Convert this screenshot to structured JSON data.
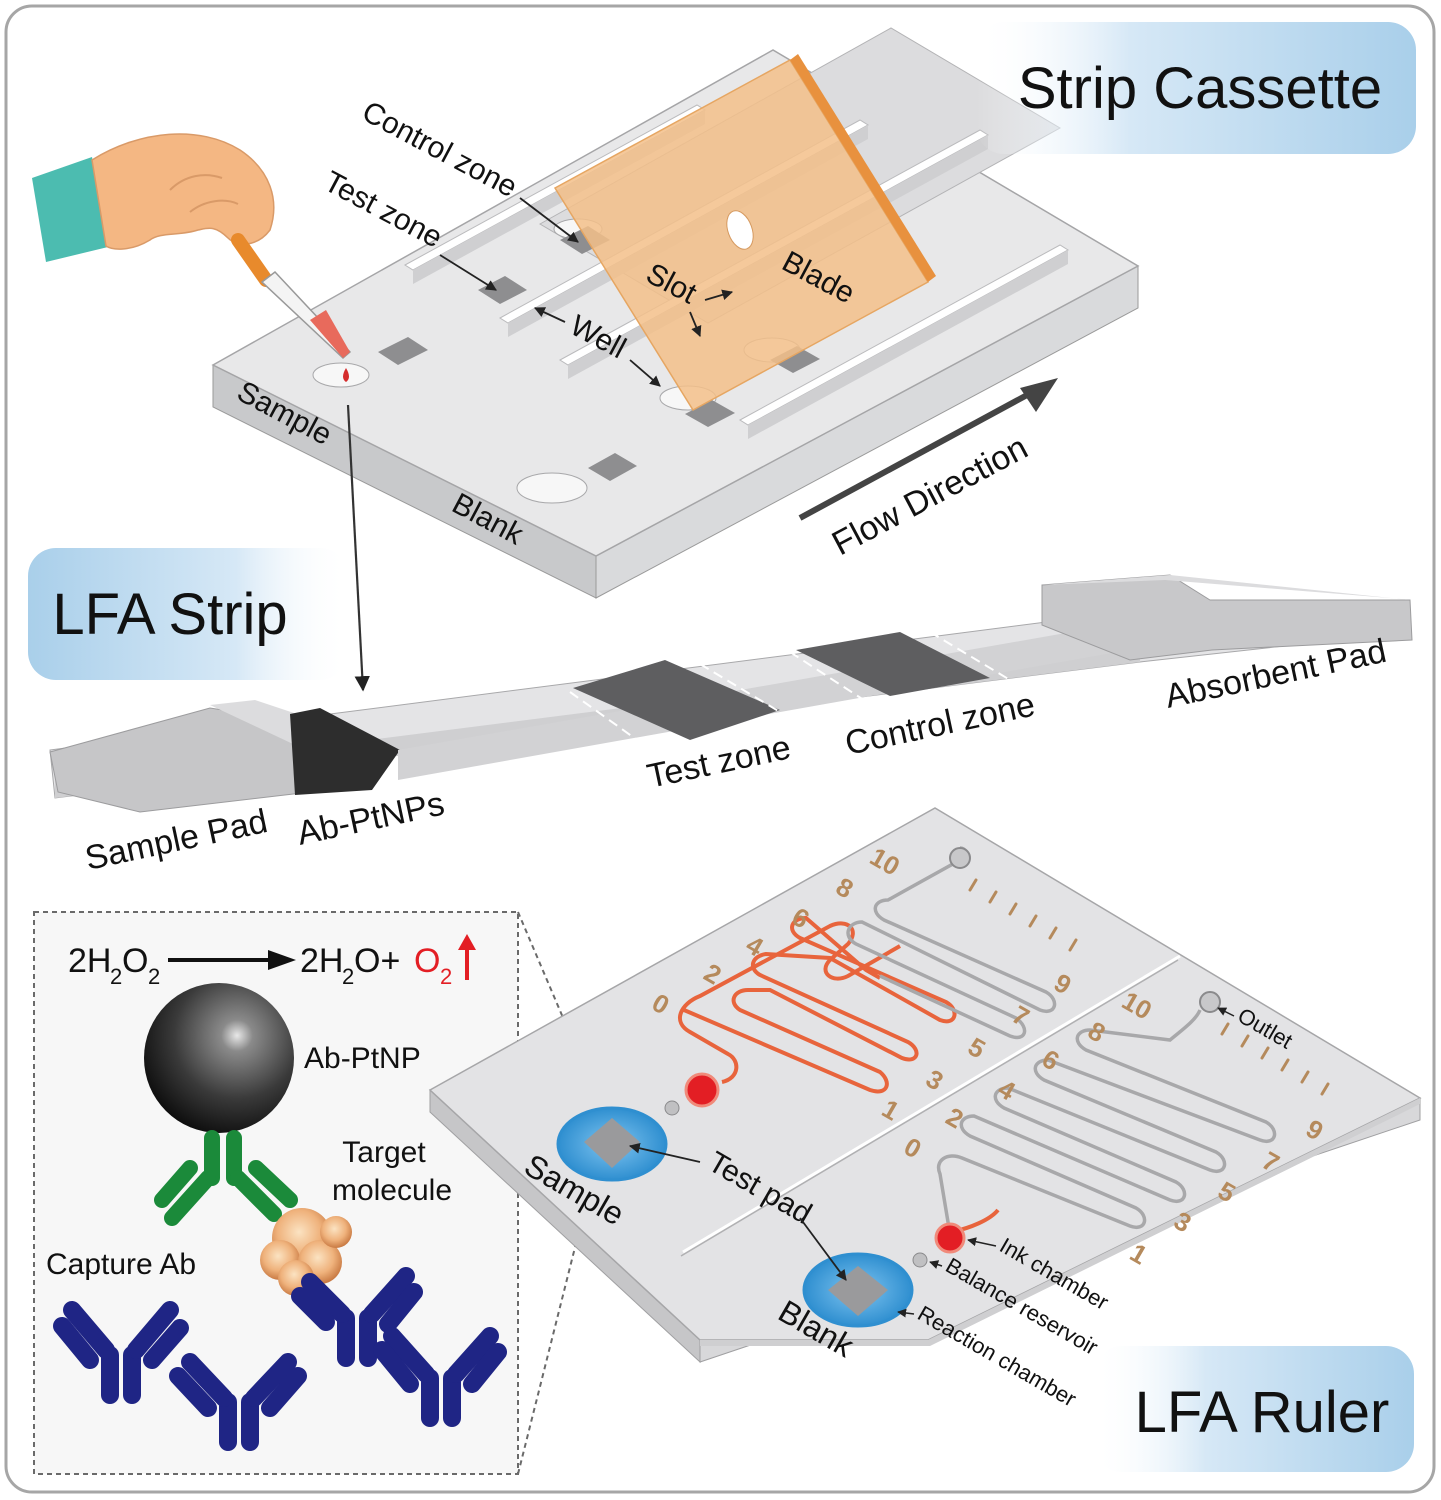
{
  "panels": {
    "cassette": "Strip Cassette",
    "strip": "LFA Strip",
    "ruler": "LFA Ruler"
  },
  "cassette_labels": {
    "control_zone": "Control zone",
    "test_zone": "Test zone",
    "slot": "Slot",
    "well": "Well",
    "blade": "Blade",
    "sample": "Sample",
    "blank": "Blank",
    "flow_direction": "Flow Direction"
  },
  "strip_labels": {
    "sample_pad": "Sample Pad",
    "ab_ptnps": "Ab-PtNPs",
    "test_zone": "Test zone",
    "control_zone": "Control zone",
    "absorbent_pad": "Absorbent Pad"
  },
  "inset": {
    "eq_left": "2H",
    "eq_left_sub1": "2",
    "eq_left_o": "O",
    "eq_left_sub2": "2",
    "eq_right_h": "2H",
    "eq_right_sub1": "2",
    "eq_right_o": "O+",
    "eq_o2": "O",
    "eq_o2_sub": "2",
    "ab_ptnp": "Ab-PtNP",
    "target_line1": "Target",
    "target_line2": "molecule",
    "capture_ab": "Capture Ab"
  },
  "ruler": {
    "sample": "Sample",
    "blank": "Blank",
    "test_pad": "Test pad",
    "outlet": "Outlet",
    "ink_chamber": "Ink chamber",
    "balance_reservoir": "Balance reservoir",
    "reaction_chamber": "Reaction chamber",
    "left_even_ticks": [
      "0",
      "2",
      "4",
      "6",
      "8",
      "10"
    ],
    "left_odd_ticks": [
      "1",
      "3",
      "5",
      "7",
      "9"
    ],
    "right_even_ticks": [
      "0",
      "2",
      "4",
      "6",
      "8",
      "10"
    ],
    "right_odd_ticks": [
      "1",
      "3",
      "5",
      "7",
      "9"
    ]
  },
  "colors": {
    "ink": "#e8643c",
    "ink_chamber": "#e31e24",
    "test_pad_blue": "#3a9bd9",
    "tick_color": "#b58a5c",
    "capture_ab": "#1f2585",
    "detection_ab": "#1b8a3a",
    "blade": "#f2b872",
    "label_bg": "#b8d8ef"
  }
}
